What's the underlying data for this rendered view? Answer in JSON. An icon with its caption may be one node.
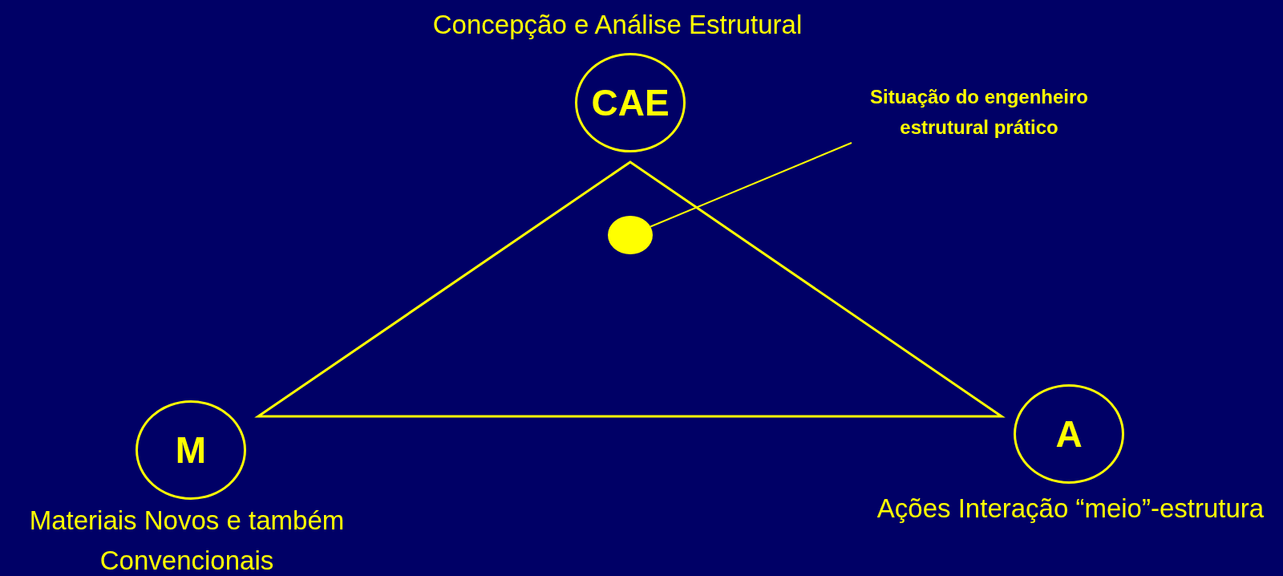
{
  "diagram": {
    "nodes": [
      {
        "text": [
          "CAE"
        ],
        "beside": [
          "Concepção e Análise Estrutural"
        ]
      },
      {
        "text": [
          "M"
        ],
        "beside": [
          "Materiais Novos e também Convencionais"
        ]
      },
      {
        "text": [
          "A"
        ],
        "beside": [
          "Ações Interação “meio”-estrutura"
        ]
      },
      {
        "text": [
          "Situação do engenheiro estrutural prático"
        ]
      },
      {
        "text": [],
        "shape": "circle"
      }
    ],
    "edges": [
      {
        "from": 3,
        "to": 4,
        "arrow": "none"
      }
    ]
  }
}
